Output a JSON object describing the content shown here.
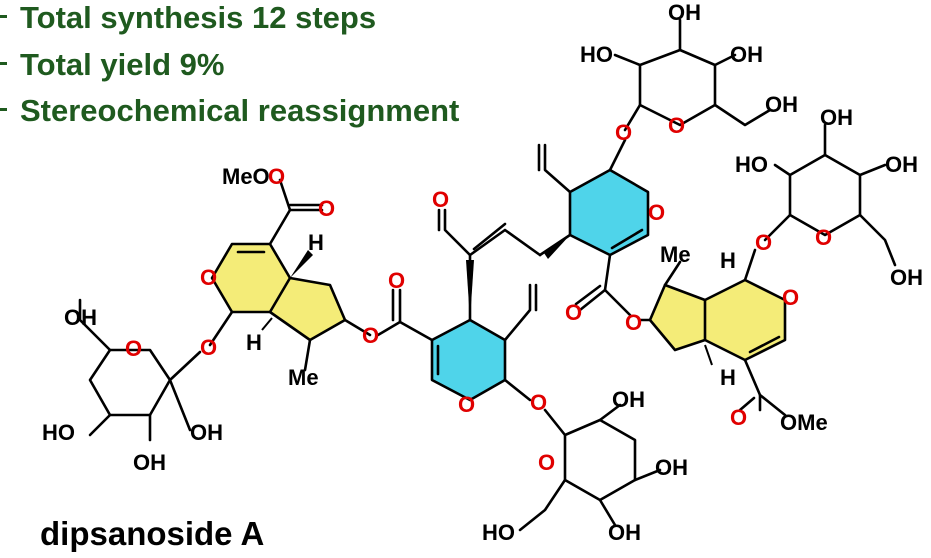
{
  "highlights": [
    "Total synthesis 12 steps",
    "Total yield 9%",
    "Stereochemical reassignment"
  ],
  "compound_name": "dipsanoside A",
  "colors": {
    "highlight_text": "#1f5a1f",
    "oxygen": "#e00000",
    "iridoid_core": "#f4ec78",
    "secoiridoid_core": "#4fd4ea"
  },
  "labels": {
    "OH": "OH",
    "HO": "HO",
    "O": "O",
    "H": "H",
    "Me": "Me",
    "MeO": "MeO",
    "OMe": "OMe"
  }
}
